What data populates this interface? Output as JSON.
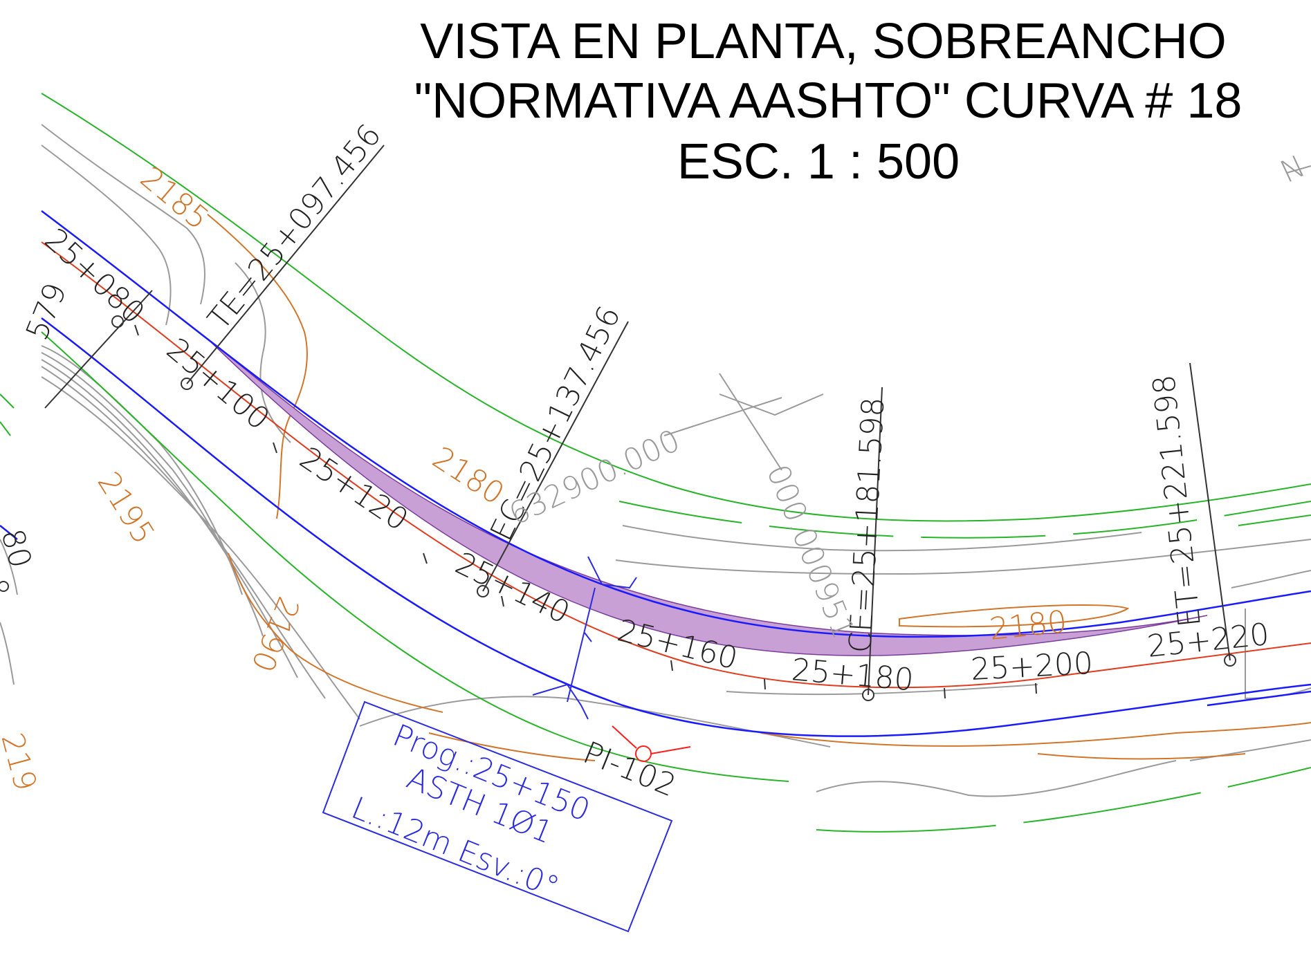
{
  "title": {
    "line1": "VISTA EN PLANTA, SOBREANCHO",
    "line2": "\"NORMATIVA AASHTO\"  CURVA # 18",
    "line3": "ESC. 1 : 500"
  },
  "curve_points": {
    "te": "TE=25+097.456",
    "ec": "EC=25+137.456",
    "ce": "CE=25+181.598",
    "et": "ET=25+221.598"
  },
  "stations": [
    "25+080",
    "25+100",
    "25+120",
    "25+140",
    "25+160",
    "25+180",
    "25+200",
    "25+220"
  ],
  "partial_labels": {
    "left_station": "579",
    "edge_left": "80",
    "edge_contour": "219",
    "north": "N"
  },
  "contours": {
    "c2185": "2185",
    "c2195": "2195",
    "c2180_left": "2180",
    "c2190": "2190",
    "c2180_right": "2180"
  },
  "coordinates": {
    "northing": "632900.000",
    "easting": "000.000951"
  },
  "pi_label": "PI-102",
  "sign": {
    "line1": "Prog.:25+150",
    "line2": "ASTH 1Ø1",
    "line3": "L.:12m Esv.:0°"
  },
  "colors": {
    "road_edge": "#1a1aff",
    "centerline": "#e03c1e",
    "widening_fill": "#c8a0d6",
    "terrain": "#9a9a9a",
    "contour": "#d0752a",
    "boundary": "#28b428",
    "marker": "#ff1e1e"
  }
}
